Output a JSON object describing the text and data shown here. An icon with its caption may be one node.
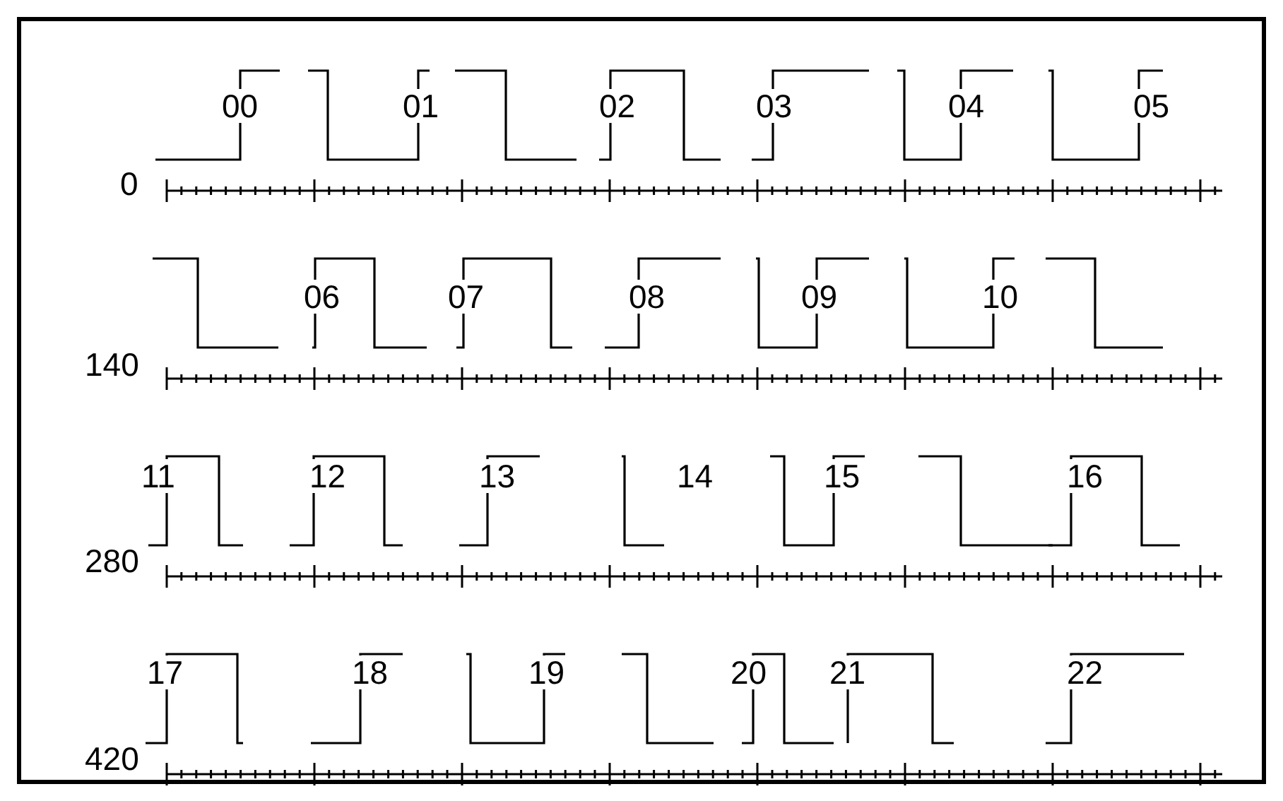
{
  "diagram": {
    "labels": [
      "00",
      "01",
      "02",
      "03",
      "04",
      "05",
      "0",
      "06",
      "07",
      "08",
      "09",
      "10",
      "140",
      "11",
      "12",
      "13",
      "14",
      "15",
      "16",
      "280",
      "17",
      "18",
      "19",
      "20",
      "21",
      "22",
      "420"
    ]
  }
}
